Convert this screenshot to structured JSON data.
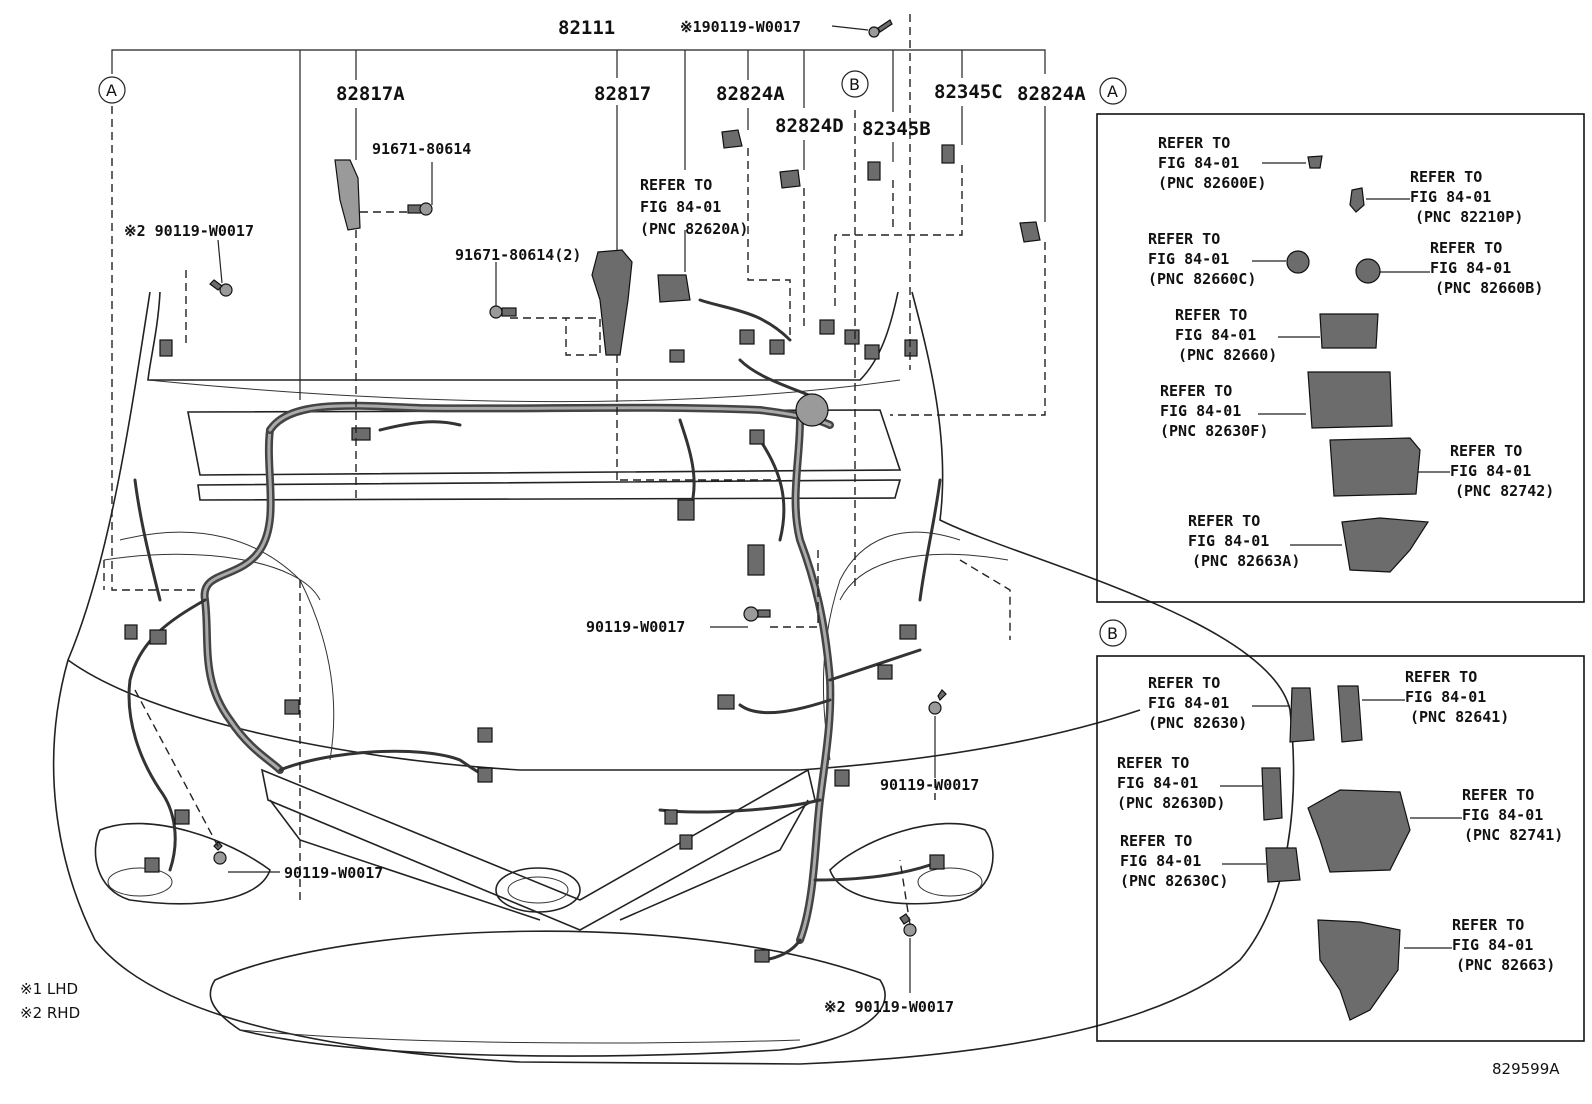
{
  "top_part": "82111",
  "callouts": {
    "clip_top": "※190119-W0017",
    "p82817A": "82817A",
    "p82817": "82817",
    "p82824A_1": "82824A",
    "p82824D": "82824D",
    "p82345B": "82345B",
    "p82345C": "82345C",
    "p82824A_2": "82824A",
    "bolt_91671_a": "91671-80614",
    "bolt_91671_b": "91671-80614(2)",
    "clip_rhd_left": "※2 90119-W0017",
    "clip_center": "90119-W0017",
    "clip_right": "90119-W0017",
    "clip_lower_left": "90119-W0017",
    "clip_rhd_bottom": "※2 90119-W0017"
  },
  "main_refer": {
    "line1": "REFER TO",
    "line2": "FIG 84-01",
    "line3": "(PNC 82620A)"
  },
  "circle_labels": {
    "a_left": "A",
    "b_top": "B",
    "a_right": "A",
    "b_right": "B"
  },
  "box_a": {
    "refs": [
      {
        "line1": "REFER TO",
        "line2": "FIG 84-01",
        "line3": "(PNC 82600E)"
      },
      {
        "line1": "REFER TO",
        "line2": "FIG 84-01",
        "line3": "(PNC 82210P)"
      },
      {
        "line1": "REFER TO",
        "line2": "FIG 84-01",
        "line3": "(PNC 82660C)"
      },
      {
        "line1": "REFER TO",
        "line2": "FIG 84-01",
        "line3": "(PNC 82660B)"
      },
      {
        "line1": "REFER TO",
        "line2": "FIG 84-01",
        "line3": "(PNC 82660)"
      },
      {
        "line1": "REFER TO",
        "line2": "FIG 84-01",
        "line3": "(PNC 82630F)"
      },
      {
        "line1": "REFER TO",
        "line2": "FIG 84-01",
        "line3": "(PNC 82742)"
      },
      {
        "line1": "REFER TO",
        "line2": "FIG 84-01",
        "line3": "(PNC 82663A)"
      }
    ]
  },
  "box_b": {
    "refs": [
      {
        "line1": "REFER TO",
        "line2": "FIG 84-01",
        "line3": "(PNC 82630)"
      },
      {
        "line1": "REFER TO",
        "line2": "FIG 84-01",
        "line3": "(PNC 82641)"
      },
      {
        "line1": "REFER TO",
        "line2": "FIG 84-01",
        "line3": "(PNC 82630D)"
      },
      {
        "line1": "REFER TO",
        "line2": "FIG 84-01",
        "line3": "(PNC 82741)"
      },
      {
        "line1": "REFER TO",
        "line2": "FIG 84-01",
        "line3": "(PNC 82630C)"
      },
      {
        "line1": "REFER TO",
        "line2": "FIG 84-01",
        "line3": "(PNC 82663)"
      }
    ]
  },
  "legend": {
    "lhd": "※1 LHD",
    "rhd": "※2 RHD"
  },
  "figure_id": "829599A"
}
